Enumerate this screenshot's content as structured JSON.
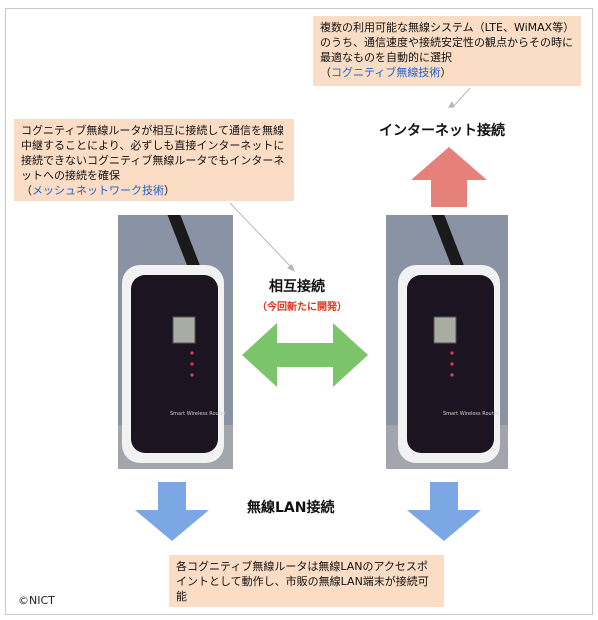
{
  "notes": {
    "top_right": {
      "text": "複数の利用可能な無線システム（LTE、WiMAX等）のうち、通信速度や接続安定性の観点からその時に最適なものを自動的に選択",
      "link_open": "（",
      "link": "コグニティブ無線技術",
      "link_close": "）"
    },
    "top_left": {
      "text": "コグニティブ無線ルータが相互に接続して通信を無線中継することにより、必ずしも直接インターネットに接続できないコグニティブ無線ルータでもインターネットへの接続を確保",
      "link_open": "（",
      "link": "メッシュネットワーク技術",
      "link_close": "）"
    },
    "bottom": {
      "text": "各コグニティブ無線ルータは無線LANのアクセスポイントとして動作し、市販の無線LAN端末が接続可能"
    }
  },
  "labels": {
    "internet": "インターネット接続",
    "mutual": "相互接続",
    "mutual_sub": "（今回新たに開発）",
    "wlan": "無線LAN接続"
  },
  "device_text": "Smart Wireless Router",
  "copyright": "©NICT",
  "colors": {
    "note_bg": "#fbdcc4",
    "link": "#1f5fd1",
    "arrow_red": "#e8807a",
    "arrow_green": "#7cc46a",
    "arrow_blue": "#7ba7e4",
    "sub_red": "#e0321d"
  }
}
